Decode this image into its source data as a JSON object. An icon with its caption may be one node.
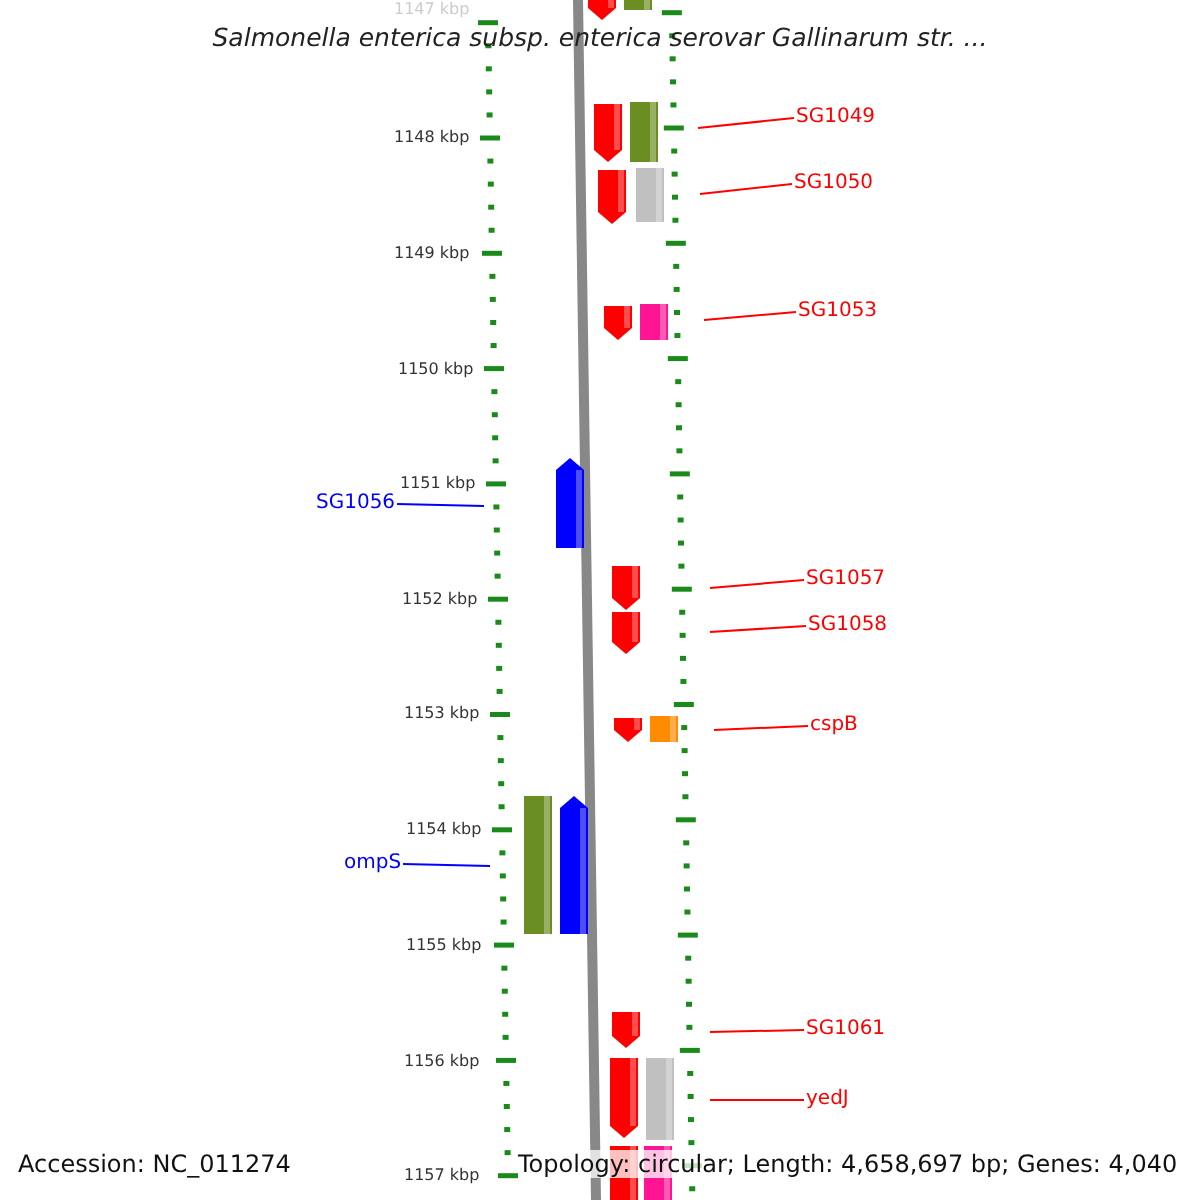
{
  "diagram": {
    "title": "Salmonella enterica subsp. enterica serovar Gallinarum str. ...",
    "nodes": [
      {
        "text": [
          "SG1049"
        ]
      },
      {
        "text": [
          "SG1050"
        ]
      },
      {
        "text": [
          "SG1053"
        ]
      },
      {
        "text": [
          "SG1056"
        ]
      },
      {
        "text": [
          "SG1057"
        ]
      },
      {
        "text": [
          "SG1058"
        ]
      },
      {
        "text": [
          "cspB"
        ]
      },
      {
        "text": [
          "ompS"
        ]
      },
      {
        "text": [
          "SG1061"
        ]
      },
      {
        "text": [
          "yedJ"
        ]
      }
    ],
    "edges": [
      {
        "from": 0,
        "to": null,
        "arrow": "none"
      },
      {
        "from": 1,
        "to": null,
        "arrow": "none"
      },
      {
        "from": 2,
        "to": null,
        "arrow": "none"
      },
      {
        "from": 3,
        "to": null,
        "arrow": "none",
        "color": "#0000ff"
      },
      {
        "from": 4,
        "to": null,
        "arrow": "none"
      },
      {
        "from": 5,
        "to": null,
        "arrow": "none"
      },
      {
        "from": 6,
        "to": null,
        "arrow": "none"
      },
      {
        "from": 7,
        "to": null,
        "arrow": "none",
        "color": "#0000ff"
      },
      {
        "from": 8,
        "to": null,
        "arrow": "none"
      },
      {
        "from": 9,
        "to": null,
        "arrow": "none"
      }
    ],
    "labels": [
      "1147 kbp",
      "1148 kbp",
      "1149 kbp",
      "1150 kbp",
      "1151 kbp",
      "1152 kbp",
      "1153 kbp",
      "1154 kbp",
      "1155 kbp",
      "1156 kbp",
      "1157 kbp",
      "Accession: NC_011274",
      "Topology: circular; Length: 4,658,697 bp; Genes: 4,040"
    ]
  }
}
